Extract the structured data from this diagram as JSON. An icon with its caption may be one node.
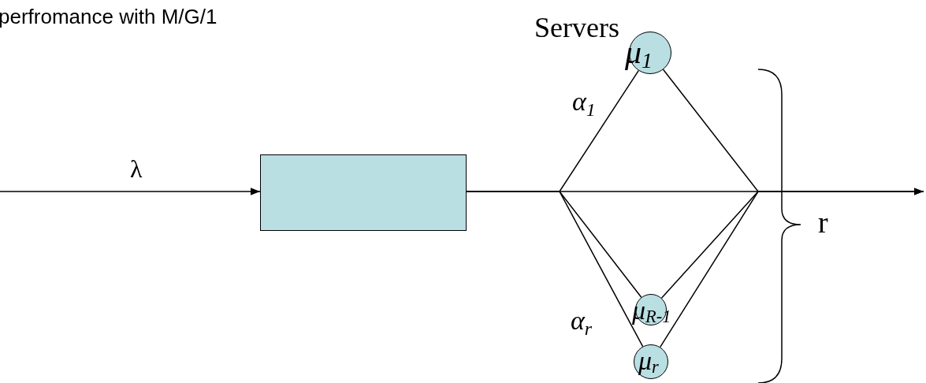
{
  "diagram": {
    "title": "perfromance with M/G/1",
    "nodes": [
      {
        "text": [],
        "shape": "box"
      },
      {
        "text": [
          "μ$_{1}$"
        ]
      },
      {
        "text": [
          "μ$_{R-1}$"
        ]
      },
      {
        "text": [
          "μ$_{r}$"
        ]
      }
    ],
    "edges": [
      {
        "from": null,
        "to": 0,
        "arrow": "to",
        "label": "λ"
      },
      {
        "from": 0,
        "to": 1,
        "arrow": "none",
        "label": "α$_{1}$"
      },
      {
        "from": 0,
        "to": null,
        "arrow": "to"
      },
      {
        "from": 0,
        "to": 2,
        "arrow": "none"
      },
      {
        "from": 0,
        "to": 3,
        "arrow": "none",
        "label": "α$_{r}$"
      },
      {
        "from": 1,
        "to": null,
        "arrow": "none"
      },
      {
        "from": 2,
        "to": null,
        "arrow": "none"
      },
      {
        "from": 3,
        "to": null,
        "arrow": "none"
      }
    ],
    "labels": [
      "Servers",
      "r"
    ]
  }
}
